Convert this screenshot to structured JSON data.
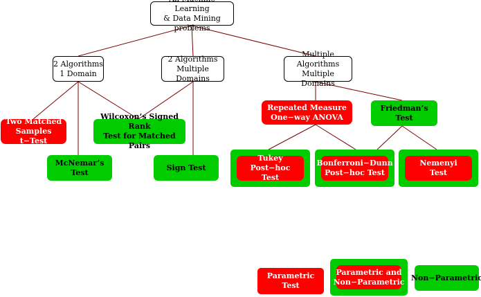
{
  "nodes": {
    "root": "All Machine Learning\n& Data Mining problems",
    "two_algo_one_domain": "2 Algorithms\n1 Domain",
    "two_algo_multi_domain": "2 Algorithms\nMultiple Domains",
    "multi_algo_multi_domain": "Multiple Algorithms\nMultiple Domains",
    "two_matched_ttest": "Two Matched\nSamples t−Test",
    "mcnemar": "McNemar’s\nTest",
    "wilcoxon": "Wilcoxon’s Signed Rank\nTest for Matched Pairs",
    "sign_test": "Sign Test",
    "anova": "Repeated Measure\nOne−way ANOVA",
    "friedman": "Friedman’s\nTest",
    "tukey": "Tukey Post−hoc\nTest",
    "bonferroni": "Bonferroni−Dunn\nPost−hoc Test",
    "nemenyi": "Nemenyi\nTest"
  },
  "legend": {
    "parametric": "Parametric Test",
    "both": "Parametric and\nNon−Parametric",
    "non_parametric": "Non−Parametric"
  },
  "colors": {
    "parametric": "#ff0000",
    "non_parametric": "#00cc00",
    "edge": "#7a0000"
  }
}
